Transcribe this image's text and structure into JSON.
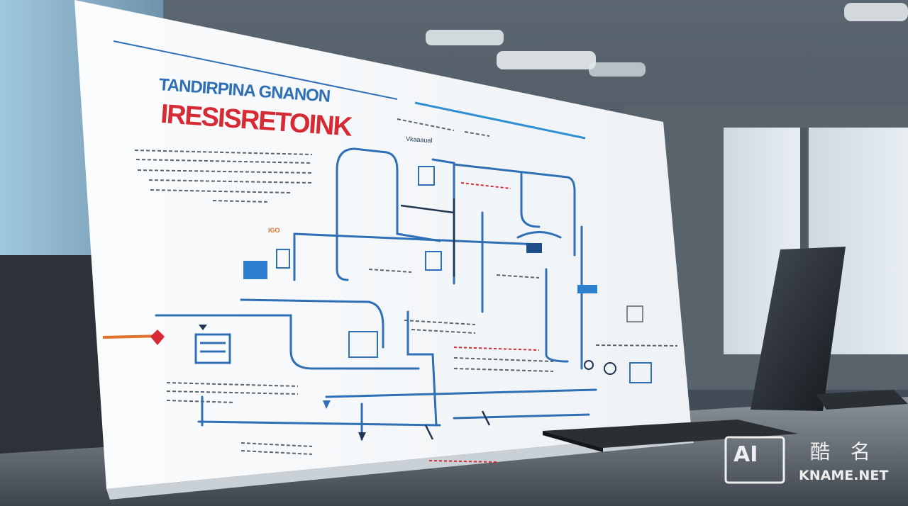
{
  "poster": {
    "title_line1": "TANDIRPINA GNANON",
    "title_line2": "IRESISRETOINK",
    "label_top": "Vkaaaual",
    "label_icon": "IGO"
  },
  "watermark": {
    "badge": "AI",
    "cjk": "酷 名",
    "site": "KNAME.NET"
  },
  "colors": {
    "blue": "#2f6fb5",
    "dark": "#1f3550",
    "red": "#d62a34",
    "orange": "#e2722b"
  }
}
